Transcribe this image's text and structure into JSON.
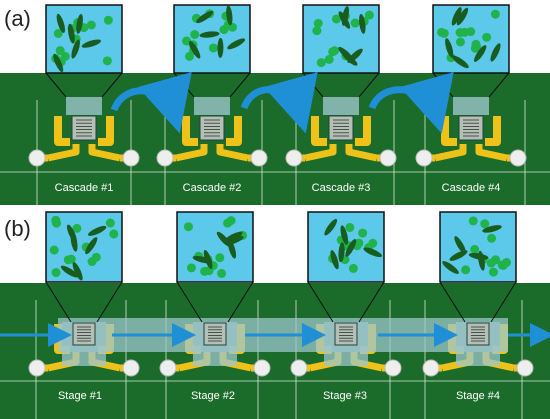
{
  "colors": {
    "board": "#1b6b2b",
    "trace": "#efc21a",
    "pad": "#eeeeee",
    "liquid": "#5cc8ea",
    "sphere": "#21b34b",
    "rod": "#195c1f",
    "arrow": "#1f8fd6",
    "channel": "#9cc6cc",
    "sensor": "#b3c0b6"
  },
  "panel_a": {
    "label": "(a)",
    "units": [
      "Cascade #1",
      "Cascade #2",
      "Cascade #3",
      "Cascade #4"
    ]
  },
  "panel_b": {
    "label": "(b)",
    "units": [
      "Stage #1",
      "Stage #2",
      "Stage #3",
      "Stage #4"
    ]
  }
}
